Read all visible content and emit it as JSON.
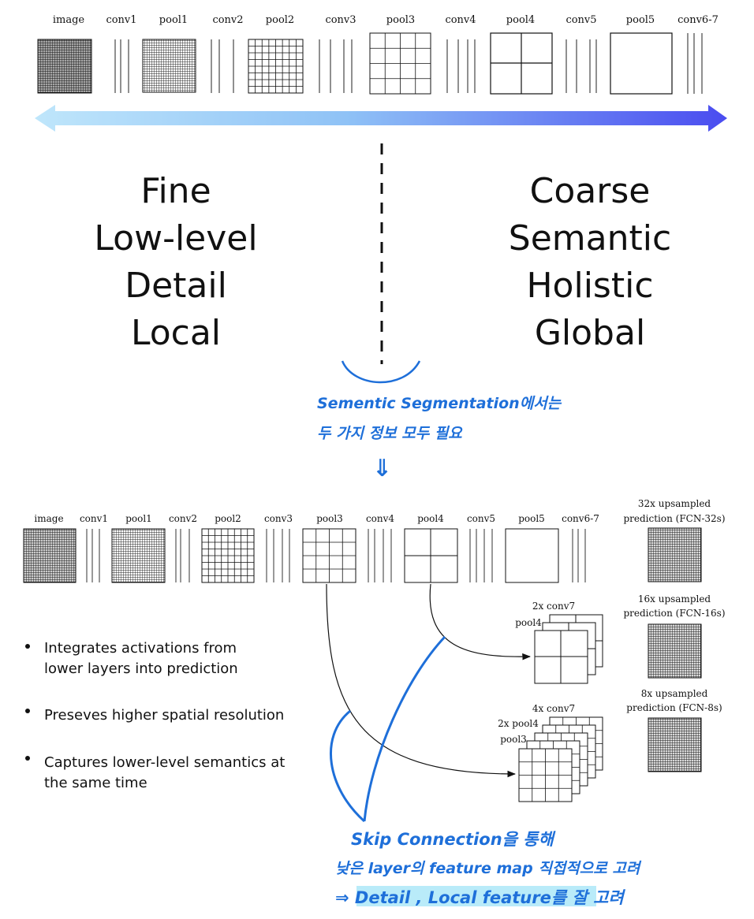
{
  "top_strip": {
    "labels": [
      "image",
      "conv1",
      "pool1",
      "conv2",
      "pool2",
      "conv3",
      "pool3",
      "conv4",
      "pool4",
      "conv5",
      "pool5",
      "conv6-7"
    ]
  },
  "left_text": [
    "Fine",
    "Low-level",
    "Detail",
    "Local"
  ],
  "right_text": [
    "Coarse",
    "Semantic",
    "Holistic",
    "Global"
  ],
  "note_top": {
    "line1": "Sementic Segmentation에서는",
    "line2": "두 가지 정보 모두 필요",
    "arrow": "⇓"
  },
  "fcn": {
    "labels": [
      "image",
      "conv1",
      "pool1",
      "conv2",
      "pool2",
      "conv3",
      "pool3",
      "conv4",
      "pool4",
      "conv5",
      "pool5",
      "conv6-7"
    ],
    "out32": [
      "32x upsampled",
      "prediction (FCN-32s)"
    ],
    "out16": [
      "16x upsampled",
      "prediction (FCN-16s)"
    ],
    "out8": [
      "8x upsampled",
      "prediction (FCN-8s)"
    ],
    "conv7_2x": "2x conv7",
    "pool4_a": "pool4",
    "conv7_4x": "4x conv7",
    "pool4_2x": "2x pool4",
    "pool3_a": "pool3"
  },
  "bullets": [
    [
      "Integrates activations from",
      "lower layers into prediction"
    ],
    [
      "Preseves higher spatial resolution"
    ],
    [
      "Captures lower-level semantics at",
      "the same time"
    ]
  ],
  "note_bottom": {
    "line1": "Skip Connection을 통해",
    "line2": "낮은 layer의 feature map 직접적으로 고려",
    "line3": "⇒ Detail , Local feature를 잘 고려"
  },
  "colors": {
    "handwriting": "#1e6fd9",
    "gradient_start": "#bfe6fb",
    "gradient_end": "#4a4cf0",
    "highlight": "#a8e6f8"
  }
}
